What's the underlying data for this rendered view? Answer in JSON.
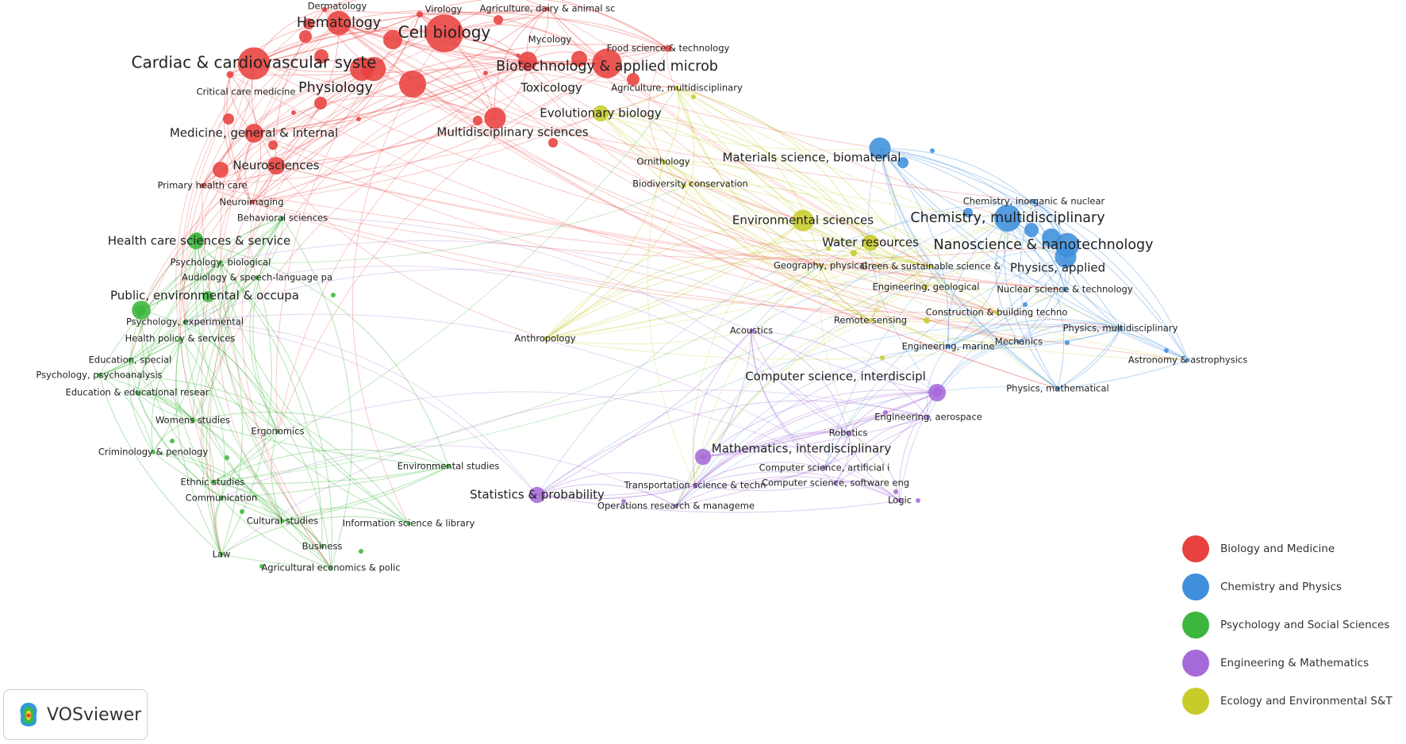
{
  "colors": {
    "biology_medicine": "#e8413e",
    "chemistry_physics": "#3f8fdc",
    "psych_social": "#3db63d",
    "eng_math": "#a66ad8",
    "ecology_env": "#c7cc2b"
  },
  "legend": [
    {
      "label": "Biology and Medicine",
      "color": "#e8413e"
    },
    {
      "label": "Chemistry and Physics",
      "color": "#3f8fdc"
    },
    {
      "label": "Psychology and Social Sciences",
      "color": "#3db63d"
    },
    {
      "label": "Engineering & Mathematics",
      "color": "#a66ad8"
    },
    {
      "label": "Ecology and Environmental S&T",
      "color": "#c7cc2b"
    }
  ],
  "branding": {
    "name": "VOSviewer",
    "icon": "vosviewer-logo-icon"
  },
  "nodes": [
    {
      "label": "Cell biology",
      "cluster": "biology_medicine",
      "weight": 28
    },
    {
      "label": "Cardiac & cardiovascular syste",
      "cluster": "biology_medicine",
      "weight": 24
    },
    {
      "label": "Biotechnology & applied microb",
      "cluster": "biology_medicine",
      "weight": 22
    },
    {
      "label": "Hematology",
      "cluster": "biology_medicine",
      "weight": 18
    },
    {
      "label": "Physiology",
      "cluster": "biology_medicine",
      "weight": 18
    },
    {
      "label": "Multidisciplinary sciences",
      "cluster": "biology_medicine",
      "weight": 16
    },
    {
      "label": "Medicine, general & internal",
      "cluster": "biology_medicine",
      "weight": 14
    },
    {
      "label": "Toxicology",
      "cluster": "biology_medicine",
      "weight": 14
    },
    {
      "label": "Neurosciences",
      "cluster": "biology_medicine",
      "weight": 13
    },
    {
      "label": "Critical care medicine",
      "cluster": "biology_medicine",
      "weight": 10
    },
    {
      "label": "Food science & technology",
      "cluster": "biology_medicine",
      "weight": 10
    },
    {
      "label": "Virology",
      "cluster": "biology_medicine",
      "weight": 9
    },
    {
      "label": "Dermatology",
      "cluster": "biology_medicine",
      "weight": 7
    },
    {
      "label": "Mycology",
      "cluster": "biology_medicine",
      "weight": 6
    },
    {
      "label": "Agriculture, dairy & animal sc",
      "cluster": "biology_medicine",
      "weight": 6
    },
    {
      "label": "Primary health care",
      "cluster": "biology_medicine",
      "weight": 7
    },
    {
      "label": "Neuroimaging",
      "cluster": "biology_medicine",
      "weight": 6
    },
    {
      "label": "Evolutionary biology",
      "cluster": "ecology_env",
      "weight": 12
    },
    {
      "label": "Agriculture, multidisciplinary",
      "cluster": "ecology_env",
      "weight": 6
    },
    {
      "label": "Ornithology",
      "cluster": "ecology_env",
      "weight": 6
    },
    {
      "label": "Biodiversity conservation",
      "cluster": "ecology_env",
      "weight": 6
    },
    {
      "label": "Environmental sciences",
      "cluster": "ecology_env",
      "weight": 16
    },
    {
      "label": "Water resources",
      "cluster": "ecology_env",
      "weight": 12
    },
    {
      "label": "Geography, physical",
      "cluster": "ecology_env",
      "weight": 6
    },
    {
      "label": "Green & sustainable science &",
      "cluster": "ecology_env",
      "weight": 6
    },
    {
      "label": "Engineering, geological",
      "cluster": "ecology_env",
      "weight": 6
    },
    {
      "label": "Remote sensing",
      "cluster": "ecology_env",
      "weight": 6
    },
    {
      "label": "Construction & building techno",
      "cluster": "ecology_env",
      "weight": 6
    },
    {
      "label": "Materials science, biomaterial",
      "cluster": "chemistry_physics",
      "weight": 16
    },
    {
      "label": "Chemistry, multidisciplinary",
      "cluster": "chemistry_physics",
      "weight": 20
    },
    {
      "label": "Chemistry, inorganic & nuclear",
      "cluster": "chemistry_physics",
      "weight": 7
    },
    {
      "label": "Nanoscience & nanotechnology",
      "cluster": "chemistry_physics",
      "weight": 18
    },
    {
      "label": "Physics, applied",
      "cluster": "chemistry_physics",
      "weight": 16
    },
    {
      "label": "Nuclear science & technology",
      "cluster": "chemistry_physics",
      "weight": 7
    },
    {
      "label": "Physics, multidisciplinary",
      "cluster": "chemistry_physics",
      "weight": 7
    },
    {
      "label": "Astronomy & astrophysics",
      "cluster": "chemistry_physics",
      "weight": 6
    },
    {
      "label": "Mechanics",
      "cluster": "chemistry_physics",
      "weight": 6
    },
    {
      "label": "Engineering, marine",
      "cluster": "chemistry_physics",
      "weight": 6
    },
    {
      "label": "Physics, mathematical",
      "cluster": "chemistry_physics",
      "weight": 6
    },
    {
      "label": "Acoustics",
      "cluster": "eng_math",
      "weight": 6
    },
    {
      "label": "Computer science, interdiscipl",
      "cluster": "eng_math",
      "weight": 13
    },
    {
      "label": "Engineering, aerospace",
      "cluster": "eng_math",
      "weight": 6
    },
    {
      "label": "Robotics",
      "cluster": "eng_math",
      "weight": 6
    },
    {
      "label": "Mathematics, interdisciplinary",
      "cluster": "eng_math",
      "weight": 12
    },
    {
      "label": "Computer science, artificial i",
      "cluster": "eng_math",
      "weight": 6
    },
    {
      "label": "Computer science, software eng",
      "cluster": "eng_math",
      "weight": 6
    },
    {
      "label": "Transportation science & techn",
      "cluster": "eng_math",
      "weight": 6
    },
    {
      "label": "Operations research & manageme",
      "cluster": "eng_math",
      "weight": 6
    },
    {
      "label": "Logic",
      "cluster": "eng_math",
      "weight": 6
    },
    {
      "label": "Statistics & probability",
      "cluster": "eng_math",
      "weight": 12
    },
    {
      "label": "Anthropology",
      "cluster": "ecology_env",
      "weight": 6
    },
    {
      "label": "Health care sciences & service",
      "cluster": "psych_social",
      "weight": 12
    },
    {
      "label": "Behavioral sciences",
      "cluster": "psych_social",
      "weight": 6
    },
    {
      "label": "Psychology, biological",
      "cluster": "psych_social",
      "weight": 6
    },
    {
      "label": "Audiology & speech-language pa",
      "cluster": "psych_social",
      "weight": 6
    },
    {
      "label": "Public, environmental & occupa",
      "cluster": "psych_social",
      "weight": 14
    },
    {
      "label": "Psychology, experimental",
      "cluster": "psych_social",
      "weight": 6
    },
    {
      "label": "Health policy & services",
      "cluster": "psych_social",
      "weight": 6
    },
    {
      "label": "Education, special",
      "cluster": "psych_social",
      "weight": 6
    },
    {
      "label": "Psychology, psychoanalysis",
      "cluster": "psych_social",
      "weight": 6
    },
    {
      "label": "Education & educational resear",
      "cluster": "psych_social",
      "weight": 6
    },
    {
      "label": "Womens studies",
      "cluster": "psych_social",
      "weight": 6
    },
    {
      "label": "Ergonomics",
      "cluster": "psych_social",
      "weight": 6
    },
    {
      "label": "Criminology & penology",
      "cluster": "psych_social",
      "weight": 6
    },
    {
      "label": "Ethnic studies",
      "cluster": "psych_social",
      "weight": 6
    },
    {
      "label": "Communication",
      "cluster": "psych_social",
      "weight": 6
    },
    {
      "label": "Cultural studies",
      "cluster": "psych_social",
      "weight": 6
    },
    {
      "label": "Environmental studies",
      "cluster": "psych_social",
      "weight": 6
    },
    {
      "label": "Information science & library",
      "cluster": "psych_social",
      "weight": 6
    },
    {
      "label": "Business",
      "cluster": "psych_social",
      "weight": 6
    },
    {
      "label": "Law",
      "cluster": "psych_social",
      "weight": 6
    },
    {
      "label": "Agricultural economics & polic",
      "cluster": "psych_social",
      "weight": 6
    }
  ]
}
